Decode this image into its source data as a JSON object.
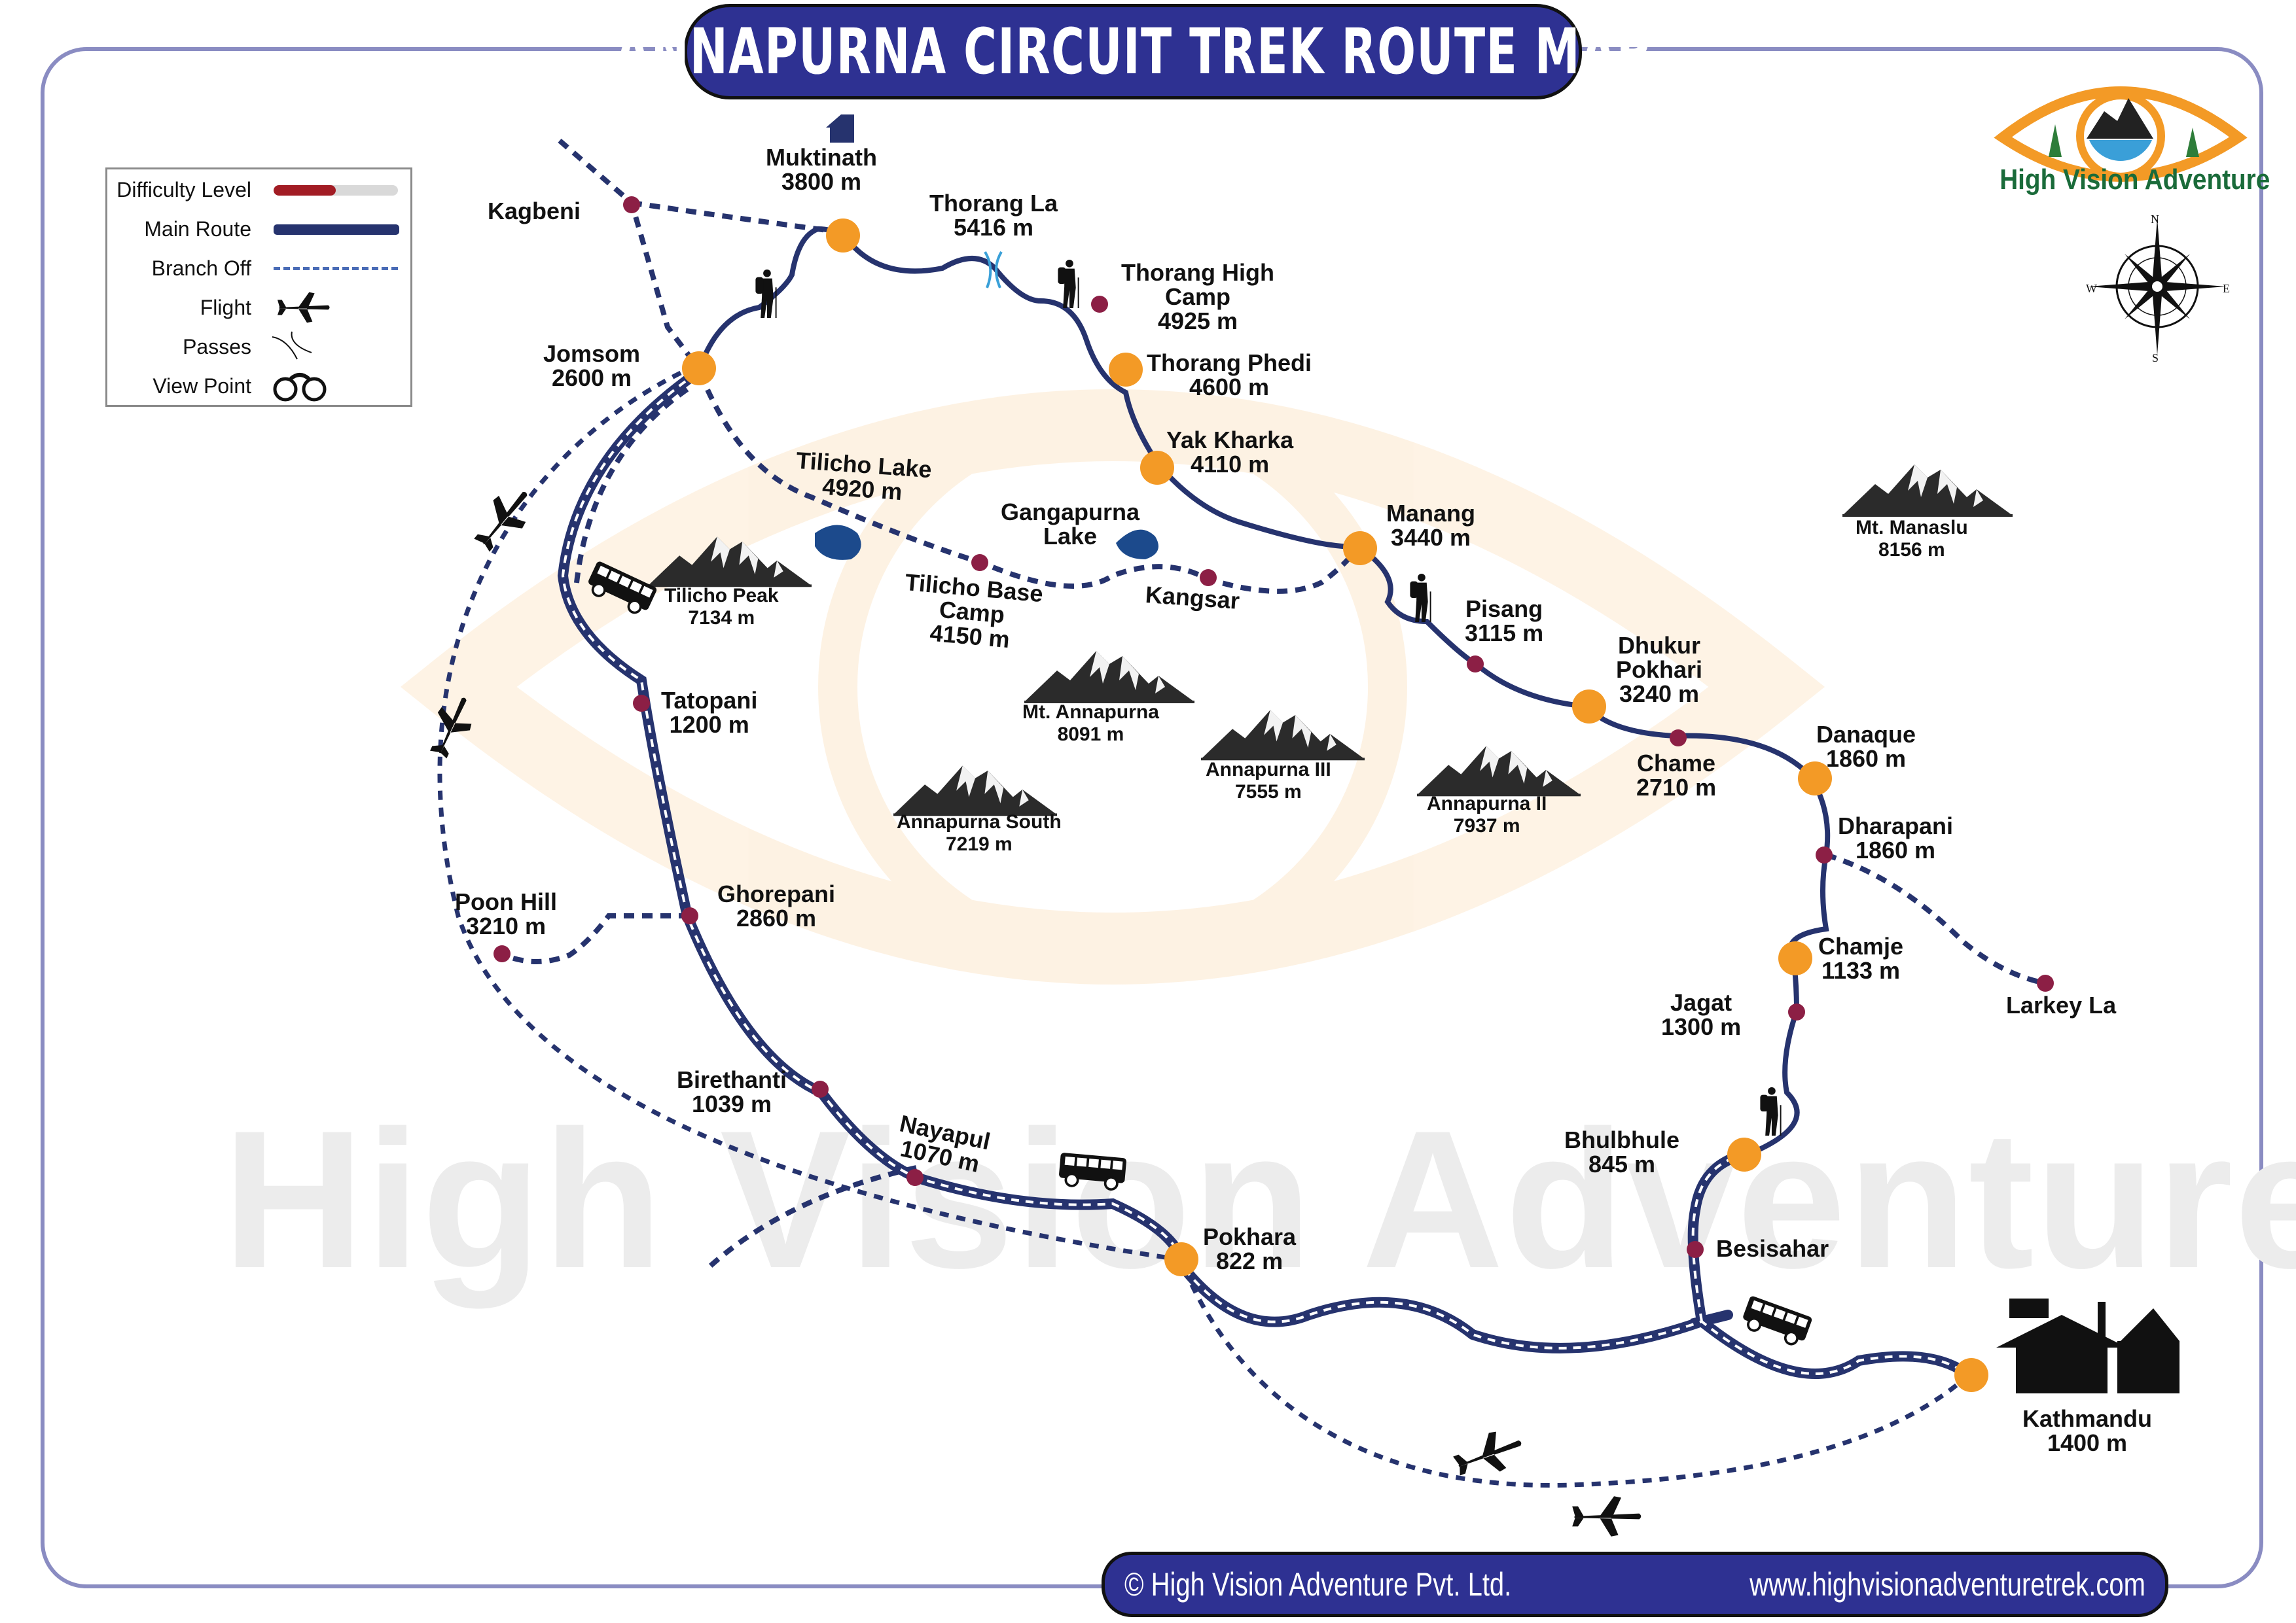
{
  "title": "ANNAPURNA CIRCUIT TREK ROUTE MAP",
  "brand": {
    "name": "High Vision Adventure",
    "logo_icon": "eye-mountain-logo",
    "watermark": "High Vision Adventure"
  },
  "footer": {
    "copyright": "© High Vision Adventure Pvt. Ltd.",
    "website": "www.highvisionadventuretrek.com"
  },
  "compass": {
    "n": "N",
    "s": "S",
    "e": "E",
    "w": "W"
  },
  "legend": {
    "items": [
      {
        "label": "Difficulty Level",
        "symbol": "difficulty-bar",
        "difficulty_fraction": 0.5
      },
      {
        "label": "Main Route",
        "symbol": "solid-line"
      },
      {
        "label": "Branch Off",
        "symbol": "dashed-line"
      },
      {
        "label": "Flight",
        "symbol": "airplane-icon"
      },
      {
        "label": "Passes",
        "symbol": "pass-icon"
      },
      {
        "label": "View Point",
        "symbol": "binoculars-icon"
      }
    ]
  },
  "colors": {
    "main_route": "#26336e",
    "branch": "#26336e",
    "major_stop": "#f39a26",
    "minor_stop": "#8c1f45",
    "frame": "#8a8cc2",
    "title_bg": "#2e3192",
    "difficulty": "#a21c24",
    "lake": "#1c4a8c",
    "pass": "#3aa0d8"
  },
  "places": [
    {
      "name": "Muktinath",
      "elevation": "3800 m",
      "type": "major"
    },
    {
      "name": "Kagbeni",
      "elevation": "",
      "type": "minor"
    },
    {
      "name": "Thorang La",
      "elevation": "5416 m",
      "type": "pass"
    },
    {
      "name": "Thorang High Camp",
      "elevation": "4925 m",
      "type": "minor"
    },
    {
      "name": "Thorang Phedi",
      "elevation": "4600 m",
      "type": "major"
    },
    {
      "name": "Jomsom",
      "elevation": "2600 m",
      "type": "major"
    },
    {
      "name": "Yak Kharka",
      "elevation": "4110 m",
      "type": "major"
    },
    {
      "name": "Tilicho Lake",
      "elevation": "4920 m",
      "type": "lake"
    },
    {
      "name": "Gangapurna Lake",
      "elevation": "",
      "type": "lake"
    },
    {
      "name": "Manang",
      "elevation": "3440 m",
      "type": "major"
    },
    {
      "name": "Tilicho Base Camp",
      "elevation": "4150 m",
      "type": "minor"
    },
    {
      "name": "Kangsar",
      "elevation": "",
      "type": "minor"
    },
    {
      "name": "Pisang",
      "elevation": "3115 m",
      "type": "minor"
    },
    {
      "name": "Dhukur Pokhari",
      "elevation": "3240 m",
      "type": "major"
    },
    {
      "name": "Chame",
      "elevation": "2710 m",
      "type": "minor"
    },
    {
      "name": "Danaque",
      "elevation": "1860 m",
      "type": "major"
    },
    {
      "name": "Dharapani",
      "elevation": "1860 m",
      "type": "minor"
    },
    {
      "name": "Tatopani",
      "elevation": "1200 m",
      "type": "minor"
    },
    {
      "name": "Chamje",
      "elevation": "1133 m",
      "type": "major"
    },
    {
      "name": "Larkey La",
      "elevation": "",
      "type": "minor"
    },
    {
      "name": "Jagat",
      "elevation": "1300 m",
      "type": "minor"
    },
    {
      "name": "Poon Hill",
      "elevation": "3210 m",
      "type": "minor"
    },
    {
      "name": "Ghorepani",
      "elevation": "2860 m",
      "type": "minor"
    },
    {
      "name": "Birethanti",
      "elevation": "1039 m",
      "type": "minor"
    },
    {
      "name": "Nayapul",
      "elevation": "1070 m",
      "type": "minor"
    },
    {
      "name": "Bhulbhule",
      "elevation": "845 m",
      "type": "major"
    },
    {
      "name": "Besisahar",
      "elevation": "",
      "type": "minor"
    },
    {
      "name": "Pokhara",
      "elevation": "822 m",
      "type": "major"
    },
    {
      "name": "Kathmandu",
      "elevation": "1400 m",
      "type": "major"
    }
  ],
  "peaks": [
    {
      "name": "Tilicho Peak",
      "elevation": "7134 m"
    },
    {
      "name": "Mt. Annapurna",
      "elevation": "8091 m"
    },
    {
      "name": "Annapurna III",
      "elevation": "7555 m"
    },
    {
      "name": "Annapurna South",
      "elevation": "7219 m"
    },
    {
      "name": "Annapurna II",
      "elevation": "7937 m"
    },
    {
      "name": "Mt. Manaslu",
      "elevation": "8156 m"
    }
  ]
}
